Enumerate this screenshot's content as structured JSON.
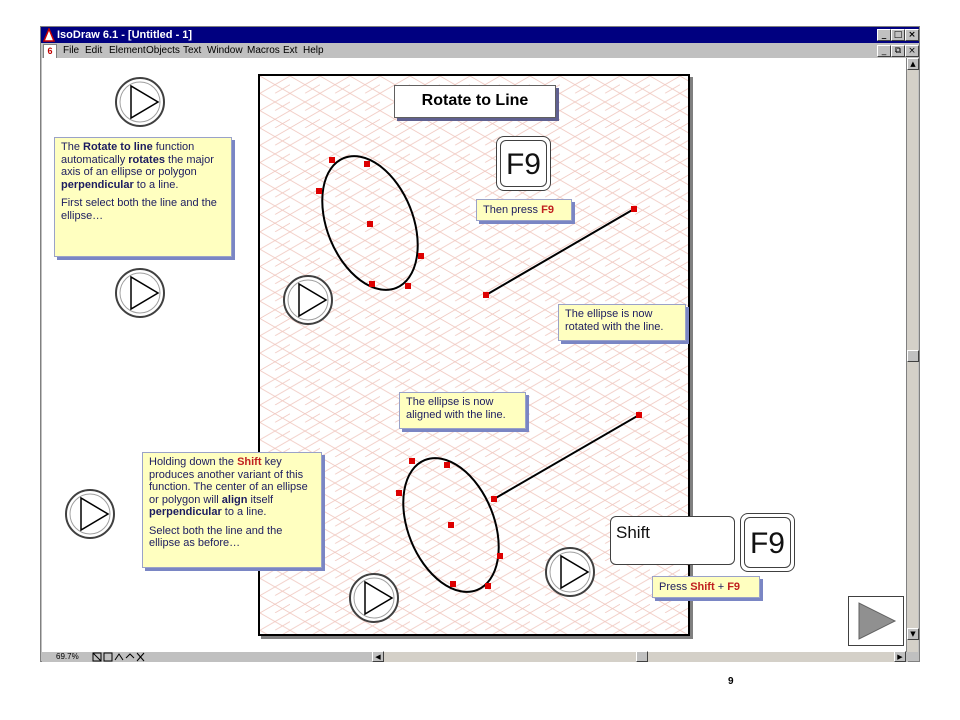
{
  "window": {
    "title": "IsoDraw 6.1 - [Untitled - 1]",
    "doc_icon": "6",
    "window_controls": [
      "_",
      "□",
      "×"
    ],
    "doc_controls": [
      "_",
      "⧉",
      "×"
    ]
  },
  "menu": {
    "items": [
      "File",
      "Edit",
      "Element",
      "Objects",
      "Text",
      "Window",
      "Macros",
      "Ext",
      "Help"
    ]
  },
  "statusbar": {
    "zoom": "69.7%"
  },
  "slide": {
    "title": "Rotate to Line",
    "page_number": "9",
    "notes": {
      "intro": {
        "s1": "The ",
        "s2": "Rotate to line",
        "s3": " function automatically ",
        "s4": "rotates",
        "s5": " the major axis of an ellipse or polygon ",
        "s6": "perpendicular",
        "s7": " to a line.",
        "p2": "First select both the line and the ellipse…"
      },
      "then_press": {
        "prefix": "Then press ",
        "key": "F9"
      },
      "rotated": "The ellipse is now rotated with the line.",
      "aligned": "The ellipse is now aligned with the line.",
      "shift_variant": {
        "s1": "Holding down the ",
        "s2": "Shift",
        "s3": " key produces another variant of this function. The center of an ellipse or polygon will ",
        "s4": "align",
        "s5": " itself ",
        "s6": "perpendicular",
        "s7": " to a line.",
        "p2": "Select both the line and the ellipse as before…"
      },
      "press_shift": {
        "prefix": "Press ",
        "k1": "Shift",
        "plus": " + ",
        "k2": "F9"
      }
    },
    "keys": {
      "f9_top": "F9",
      "shift": "Shift",
      "f9_bottom": "F9"
    }
  },
  "colors": {
    "title_bar": "#000080",
    "note_background": "#ffffc0",
    "note_text": "#1c1c60",
    "highlight_red": "#c02020",
    "grid": "#f0c8c0",
    "handle": "#dd0000"
  },
  "icons": {
    "play": "play-triangle-icon",
    "next": "next-arrow-icon"
  }
}
